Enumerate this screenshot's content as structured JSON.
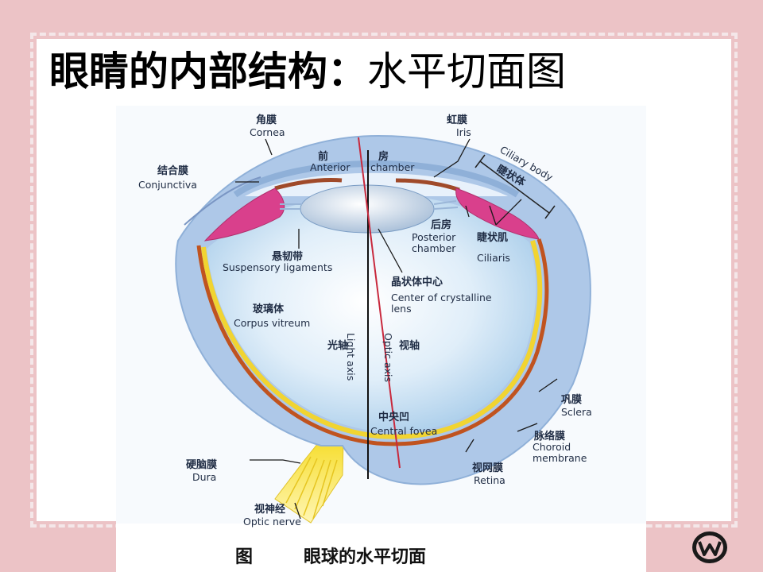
{
  "slide": {
    "title_bold": "眼睛的内部结构",
    "title_separator": "：",
    "title_light": "水平切面图"
  },
  "diagram": {
    "labels": {
      "cornea_zh": "角膜",
      "cornea_en": "Cornea",
      "iris_zh": "虹膜",
      "iris_en": "Iris",
      "ciliary_body_en": "Ciliary body",
      "ciliary_body_zh": "睫状体",
      "conjunctiva_zh": "结合膜",
      "conjunctiva_en": "Conjunctiva",
      "anterior_chamber_zh_1": "前",
      "anterior_chamber_zh_2": "房",
      "anterior_chamber_en_1": "Anterior",
      "anterior_chamber_en_2": "chamber",
      "posterior_chamber_zh": "后房",
      "posterior_chamber_en_1": "Posterior",
      "posterior_chamber_en_2": "chamber",
      "ciliaris_zh": "睫状肌",
      "ciliaris_en": "Ciliaris",
      "suspensory_zh": "悬韧带",
      "suspensory_en": "Suspensory ligaments",
      "lens_center_zh": "晶状体中心",
      "lens_center_en_1": "Center of crystalline",
      "lens_center_en_2": "lens",
      "vitreous_zh": "玻璃体",
      "vitreous_en": "Corpus vitreum",
      "light_axis_en": "Light axis",
      "light_axis_zh": "光轴",
      "optic_axis_en": "Optic axis",
      "optic_axis_zh": "视轴",
      "sclera_zh": "巩膜",
      "sclera_en": "Sclera",
      "fovea_zh": "中央凹",
      "fovea_en": "Central fovea",
      "choroid_zh": "脉络膜",
      "choroid_en_1": "Choroid",
      "choroid_en_2": "membrane",
      "retina_zh": "视网膜",
      "retina_en": "Retina",
      "dura_zh": "硬脑膜",
      "dura_en": "Dura",
      "optic_nerve_zh": "视神经",
      "optic_nerve_en": "Optic nerve"
    },
    "caption_prefix": "图",
    "caption": "眼球的水平切面"
  },
  "colors": {
    "background": "#ecc3c6",
    "card": "#ffffff",
    "sclera": "#aac3e6",
    "vitreous": "#cfe4f5",
    "retina": "#f1d431",
    "choroid": "#c0531f",
    "ciliary": "#d9408c",
    "optic_axis": "#c8283c"
  },
  "logo": {
    "icon": "publisher-logo-icon"
  }
}
